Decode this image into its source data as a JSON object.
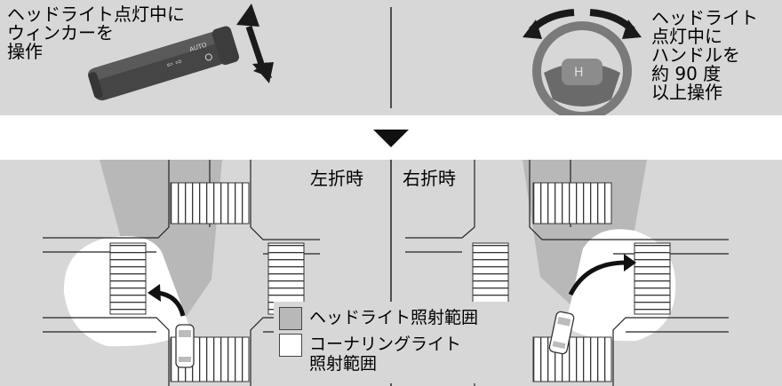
{
  "top": {
    "left_instruction": "ヘッドライト点灯中に\nウィンカーを\n操作",
    "right_instruction": "ヘッドライト\n点灯中に\nハンドルを\n約 90 度\n以上操作"
  },
  "bottom": {
    "left_turn_label": "左折時",
    "right_turn_label": "右折時",
    "legend": [
      {
        "label": "ヘッドライト照射範囲",
        "color": "#b8b8b8"
      },
      {
        "label": "コーナリングライト\n照射範囲",
        "color": "#ffffff"
      }
    ]
  },
  "stalk_marks": [
    "AUTO"
  ]
}
